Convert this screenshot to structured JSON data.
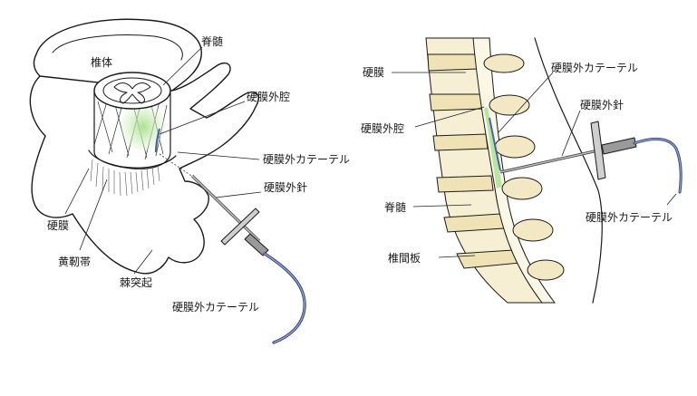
{
  "left_panel": {
    "labels": {
      "spinal_cord": "脊髄",
      "vertebral_body": "椎体",
      "epidural_space": "硬膜外腔",
      "epidural_catheter": "硬膜外カテーテル",
      "epidural_needle": "硬膜外針",
      "dura": "硬膜",
      "ligamentum_flavum": "黄靭帯",
      "spinous_process": "棘突起",
      "epidural_catheter_bottom": "硬膜外カテーテル"
    }
  },
  "right_panel": {
    "labels": {
      "dura": "硬膜",
      "epidural_space": "硬膜外腔",
      "spinal_cord": "脊髄",
      "intervertebral_disc": "椎間板",
      "epidural_catheter": "硬膜外カテーテル",
      "epidural_needle": "硬膜外針",
      "epidural_catheter_right": "硬膜外カテーテル"
    }
  },
  "colors": {
    "bone": "#f6efd4",
    "bone_dark": "#e3d4a6",
    "epidural_green": "#b7e6a0",
    "catheter_blue": "#6a7fb8",
    "needle_gray": "#8a8a8a"
  }
}
